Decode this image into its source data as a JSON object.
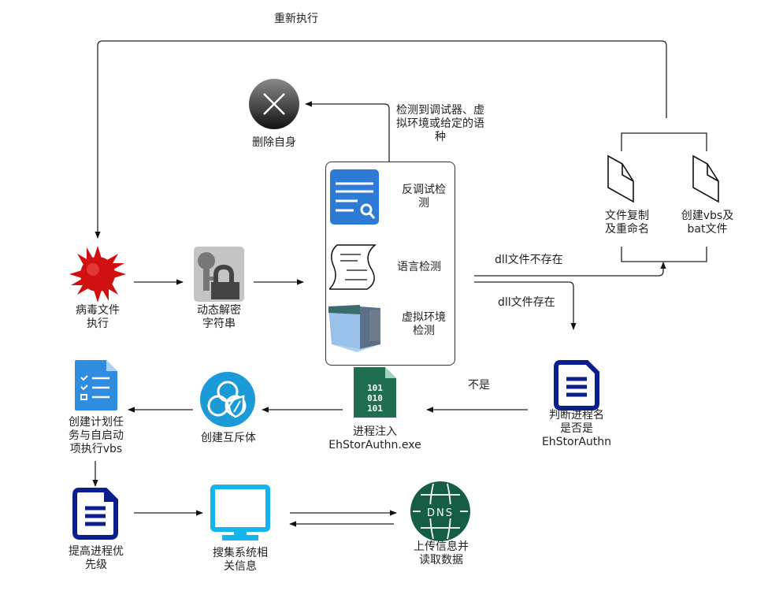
{
  "edge_labels": {
    "rerun": "重新执行",
    "detected": "检测到调试器、虚\n拟环境或给定的语\n种",
    "dll_missing": "dll文件不存在",
    "dll_exists": "dll文件存在",
    "not_match": "不是"
  },
  "nodes": {
    "delete_self": "删除自身",
    "virus_exec": "病毒文件\n执行",
    "decrypt": "动态解密\n字符串",
    "anti_debug": "反调试检\n测",
    "lang_check": "语言检测",
    "vm_check": "虚拟环境\n检测",
    "copy_rename": "文件复制\n及重命名",
    "create_vbs": "创建vbs及\nbat文件",
    "check_process": "判断进程名\n是否是\nEhStorAuthn",
    "inject": "进程注入\nEhStorAuthn.exe",
    "mutex": "创建互斥体",
    "schedule": "创建计划任\n务与自启动\n项执行vbs",
    "priority": "提高进程优\n先级",
    "collect": "搜集系统相\n关信息",
    "upload": "上传信息并\n读取数据"
  },
  "icon_texts": {
    "binary": "101\n010\n101",
    "dns": "DNS"
  },
  "colors": {
    "blue_doc": "#2e7bd6",
    "green_file": "#1e6e4f",
    "navy_doc": "#0b1f8c",
    "cyan_monitor": "#14b4ec",
    "biohazard": "#1a9ad6",
    "dns_green": "#155e45",
    "virus_red": "#d01010"
  }
}
